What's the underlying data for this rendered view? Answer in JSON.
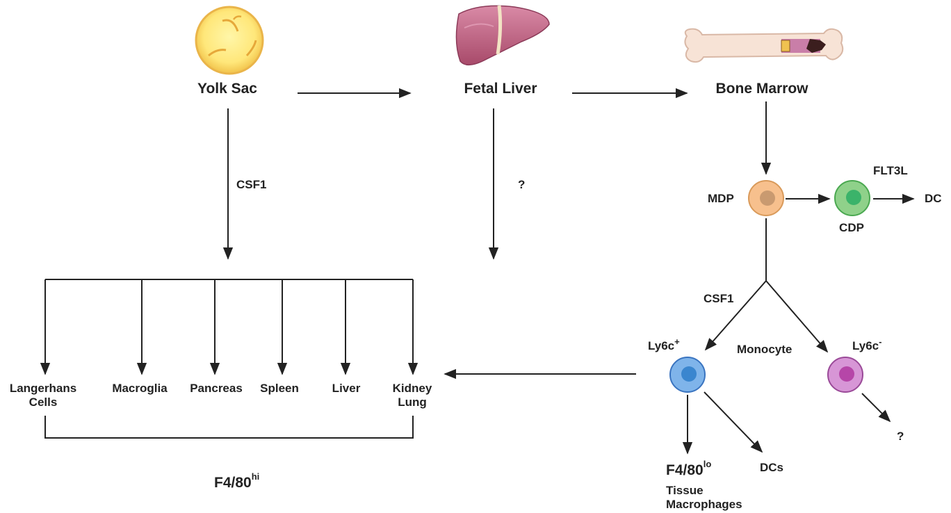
{
  "sources": {
    "yolk_sac": "Yolk Sac",
    "fetal_liver": "Fetal Liver",
    "bone_marrow": "Bone Marrow"
  },
  "labels": {
    "csf1_yolk": "CSF1",
    "fetal_question": "?",
    "mdp": "MDP",
    "cdp": "CDP",
    "flt3l": "FLT3L",
    "dc": "DC",
    "csf1_mdp": "CSF1",
    "ly6c_plus_base": "Ly6c",
    "ly6c_plus_sup": "+",
    "monocyte": "Monocyte",
    "ly6c_minus_base": "Ly6c",
    "ly6c_minus_sup": "-",
    "ly6c_minus_question": "?",
    "f480lo_base": "F4/80",
    "f480lo_sup": "lo",
    "tissue_macrophages_line1": "Tissue",
    "tissue_macrophages_line2": "Macrophages",
    "dcs": "DCs",
    "f480hi_base": "F4/80",
    "f480hi_sup": "hi"
  },
  "tissues": {
    "langerhans_line1": "Langerhans",
    "langerhans_line2": "Cells",
    "macroglia": "Macroglia",
    "pancreas": "Pancreas",
    "spleen": "Spleen",
    "liver": "Liver",
    "kidney": "Kidney",
    "lung": "Lung"
  },
  "colors": {
    "line": "#222222",
    "mdp_outer": "#f7c08d",
    "mdp_inner": "#c99a70",
    "cdp_outer": "#8fd18a",
    "cdp_inner": "#3bb36a",
    "ly6c_plus_outer": "#7fb4ea",
    "ly6c_plus_inner": "#3a86cf",
    "ly6c_minus_outer": "#d796d6",
    "ly6c_minus_inner": "#b646a8"
  }
}
